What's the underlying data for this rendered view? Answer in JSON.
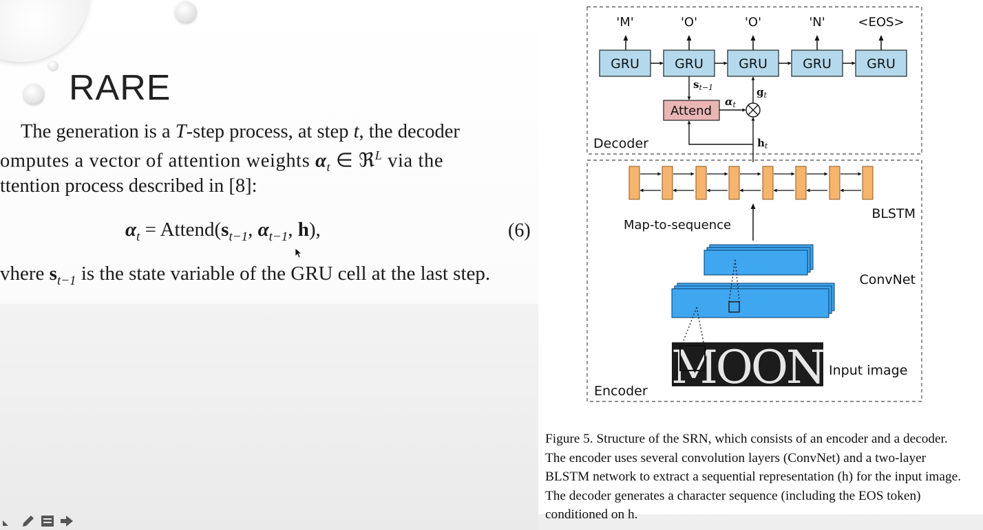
{
  "slide": {
    "title": "RARE",
    "paragraph": {
      "line1": [
        "The generation is a ",
        "T",
        "-step process, at step ",
        "t",
        ", the decoder"
      ],
      "line2": [
        "omputes a vector of attention weights ",
        "α",
        "t",
        " ∈ ℜ",
        "L",
        " via the"
      ],
      "line3": "ttention process described in [8]:"
    },
    "equation": {
      "lhs_symbol": "α",
      "lhs_sub": "t",
      "eq": " = Attend(",
      "arg1": "s",
      "arg1_sub": "t−1",
      "sep1": ", ",
      "arg2": "α",
      "arg2_sub": "t−1",
      "sep2": ", ",
      "arg3": "h",
      "close": "),",
      "number": "(6)"
    },
    "where_line": [
      "vhere ",
      "s",
      "t−1",
      " is the state variable of the GRU cell at the last step."
    ]
  },
  "figure": {
    "decoder_label": "Decoder",
    "encoder_label": "Encoder",
    "outputs": [
      "'M'",
      "'O'",
      "'O'",
      "'N'",
      "<EOS>"
    ],
    "gru_label": "GRU",
    "attend_label": "Attend",
    "s_label": "s",
    "s_sub": "t−1",
    "alpha_label": "α",
    "alpha_sub": "t",
    "g_label": "g",
    "g_sub": "t",
    "h_label": "h",
    "h_sub": "t",
    "otimes": "⊗",
    "blstm_label": "BLSTM",
    "map_label": "Map-to-sequence",
    "convnet_label": "ConvNet",
    "input_label": "Input image",
    "input_word": "MOON",
    "colors": {
      "gru_fill": "#b5d9ec",
      "attend_fill": "#e9b6b4",
      "blstm_fill": "#f7b46c",
      "conv_fill": "#3fa6f0",
      "image_bg": "#1c1c1c"
    }
  },
  "caption": "Figure 5. Structure of the SRN, which consists of an encoder and a decoder. The encoder uses several convolution layers (ConvNet) and a two-layer BLSTM network to extract a sequential representation (h) for the input image. The decoder generates a character sequence (including the EOS token) conditioned on h.",
  "toolbar": {
    "icons": [
      "pointer-icon",
      "pen-icon",
      "slides-menu-icon",
      "next-arrow-icon"
    ]
  }
}
